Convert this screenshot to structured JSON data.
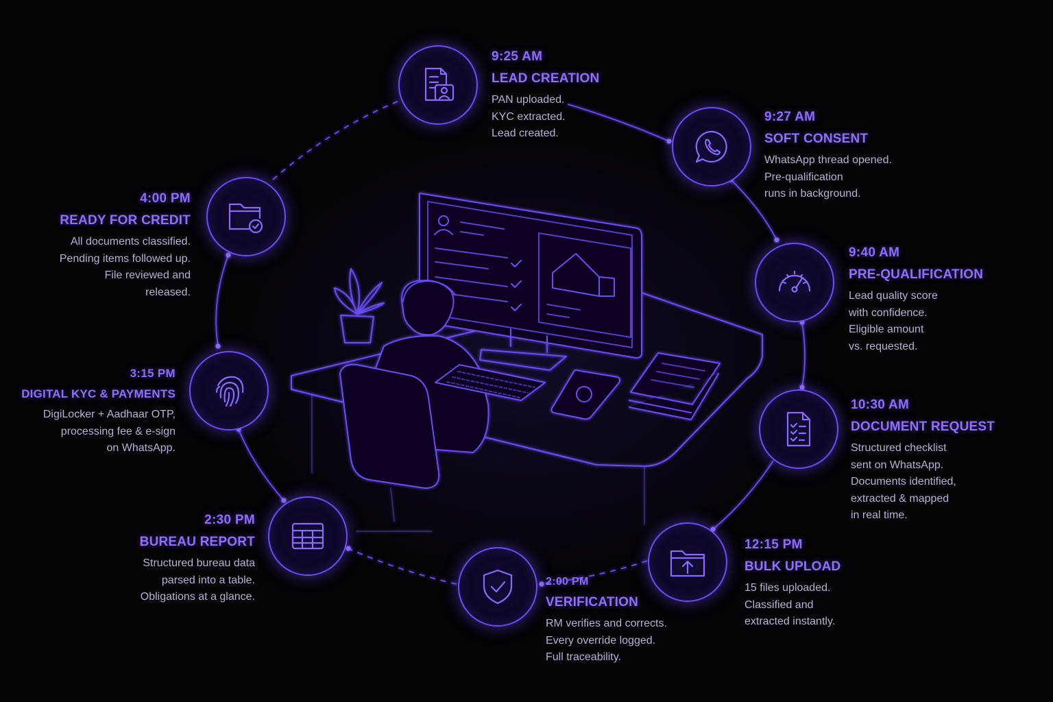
{
  "steps": [
    {
      "time": "9:25 AM",
      "title": "LEAD CREATION",
      "lines": [
        "PAN uploaded.",
        "KYC extracted.",
        "Lead created."
      ],
      "icon": "lead-document-icon"
    },
    {
      "time": "9:27 AM",
      "title": "SOFT CONSENT",
      "lines": [
        "WhatsApp thread opened.",
        "Pre-qualification",
        "runs in background."
      ],
      "icon": "whatsapp-icon"
    },
    {
      "time": "9:40 AM",
      "title": "PRE-QUALIFICATION",
      "lines": [
        "Lead quality score",
        "with confidence.",
        "Eligible amount",
        "vs. requested."
      ],
      "icon": "gauge-icon"
    },
    {
      "time": "10:30 AM",
      "title": "DOCUMENT REQUEST",
      "lines": [
        "Structured checklist",
        "sent on WhatsApp.",
        "Documents identified,",
        "extracted & mapped",
        "in real time."
      ],
      "icon": "checklist-icon"
    },
    {
      "time": "12:15 PM",
      "title": "BULK UPLOAD",
      "lines": [
        "15 files uploaded.",
        "Classified and",
        "extracted instantly."
      ],
      "icon": "folder-upload-icon"
    },
    {
      "time": "2:00 PM",
      "title": "VERIFICATION",
      "lines": [
        "RM verifies and corrects.",
        "Every override logged.",
        "Full traceability."
      ],
      "icon": "shield-check-icon"
    },
    {
      "time": "2:30 PM",
      "title": "BUREAU REPORT",
      "lines": [
        "Structured bureau data",
        "parsed into a table.",
        "Obligations at a glance."
      ],
      "icon": "table-icon"
    },
    {
      "time": "3:15 PM",
      "title": "DIGITAL KYC & PAYMENTS",
      "lines": [
        "DigiLocker + Aadhaar OTP,",
        "processing fee & e-sign",
        "on WhatsApp."
      ],
      "icon": "fingerprint-icon"
    },
    {
      "time": "4:00 PM",
      "title": "READY FOR CREDIT",
      "lines": [
        "All documents classified.",
        "Pending items followed up.",
        "File reviewed and",
        "released."
      ],
      "icon": "folder-check-icon"
    }
  ],
  "colors": {
    "accent": "#7b5cff",
    "glow": "#6f4dff",
    "text": "#b9b2d4",
    "background": "#040306"
  }
}
